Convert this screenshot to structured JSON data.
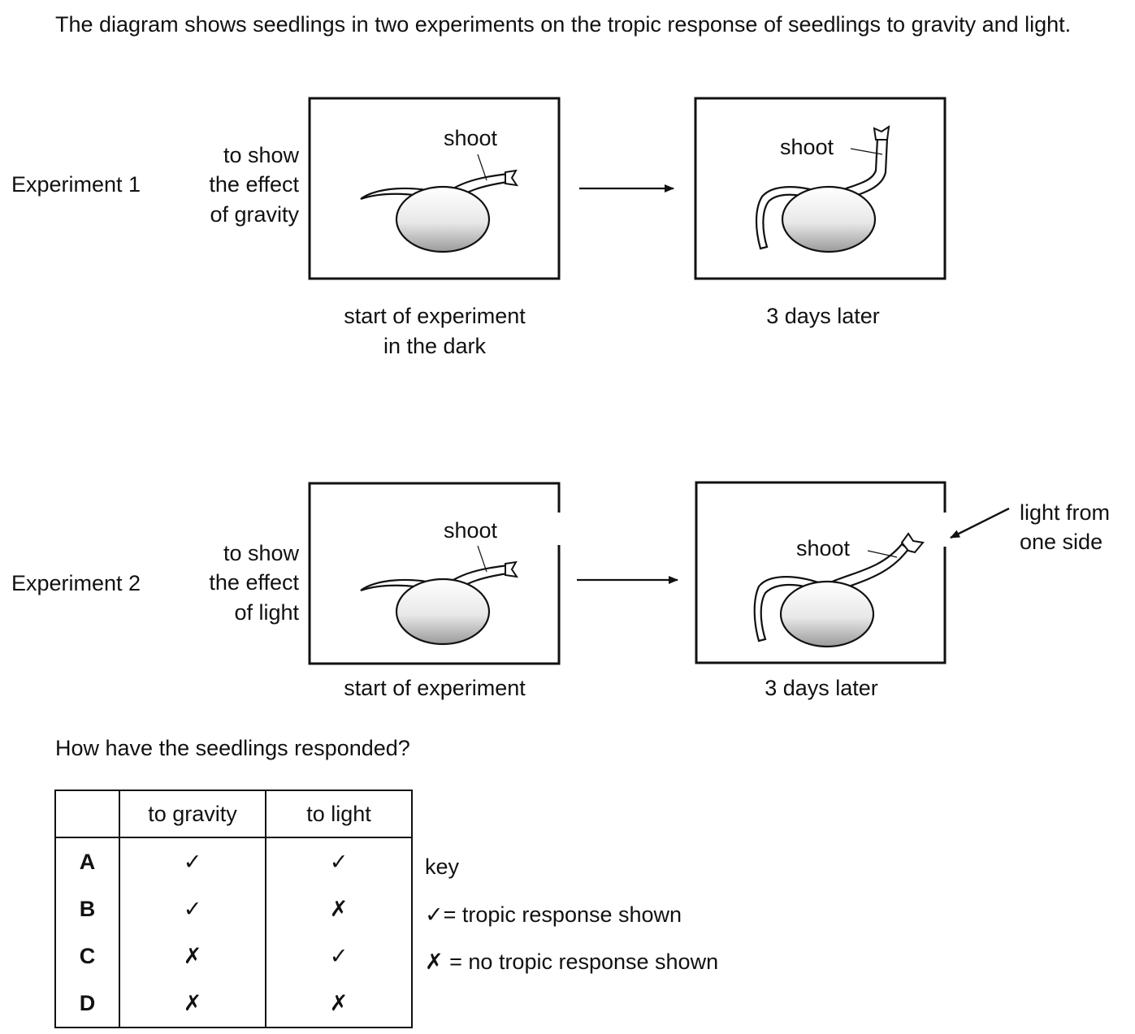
{
  "intro": "The diagram shows seedlings in two experiments on the tropic response of seedlings to gravity and light.",
  "experiment1": {
    "name": "Experiment 1",
    "purpose": [
      "to show",
      "the effect",
      "of gravity"
    ],
    "start_shoot_label": "shoot",
    "end_shoot_label": "shoot",
    "start_caption": [
      "start of experiment",
      "in the dark"
    ],
    "end_caption": "3 days later"
  },
  "experiment2": {
    "name": "Experiment 2",
    "purpose": [
      "to show",
      "the effect",
      "of light"
    ],
    "start_shoot_label": "shoot",
    "end_shoot_label": "shoot",
    "start_caption": "start of experiment",
    "end_caption": "3 days later",
    "light_label": [
      "light from",
      "one side"
    ]
  },
  "question": "How have the seedlings responded?",
  "table": {
    "headers": [
      "",
      "to gravity",
      "to light"
    ],
    "rows": [
      {
        "label": "A",
        "gravity": "✓",
        "light": "✓"
      },
      {
        "label": "B",
        "gravity": "✓",
        "light": "✗"
      },
      {
        "label": "C",
        "gravity": "✗",
        "light": "✓"
      },
      {
        "label": "D",
        "gravity": "✗",
        "light": "✗"
      }
    ]
  },
  "key": {
    "title": "key",
    "tick_symbol": "✓",
    "tick_meaning": "= tropic response shown",
    "cross_symbol": "✗",
    "cross_meaning": "= no tropic response shown"
  }
}
